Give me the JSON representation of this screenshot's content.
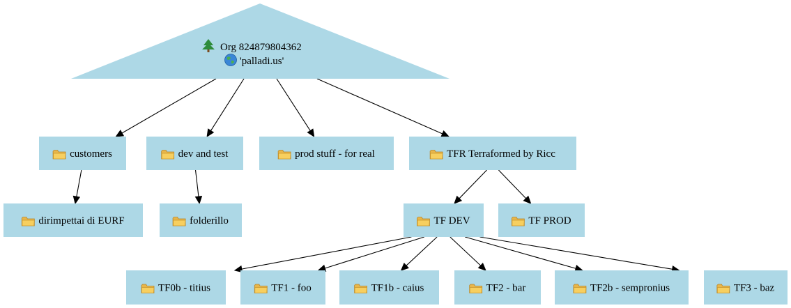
{
  "root": {
    "id": "org",
    "icon": "evergreen-tree-icon",
    "line1": "Org 824879804362",
    "line2_icon": "globe-icon",
    "line2": "'palladi.us'"
  },
  "folder_icon": "folder-icon",
  "colors": {
    "node_fill": "#add8e6",
    "edge": "#000000",
    "folder": "#f5c542"
  },
  "nodes": [
    {
      "id": "customers",
      "label": "customers"
    },
    {
      "id": "devtest",
      "label": "dev and test"
    },
    {
      "id": "prod",
      "label": "prod stuff - for real"
    },
    {
      "id": "tfr",
      "label": "TFR Terraformed by Ricc"
    },
    {
      "id": "eurf",
      "label": "dirimpettai di EURF"
    },
    {
      "id": "folderillo",
      "label": "folderillo"
    },
    {
      "id": "tfdev",
      "label": "TF DEV"
    },
    {
      "id": "tfprod",
      "label": "TF PROD"
    },
    {
      "id": "tf0b",
      "label": "TF0b - titius"
    },
    {
      "id": "tf1",
      "label": "TF1 - foo"
    },
    {
      "id": "tf1b",
      "label": "TF1b - caius"
    },
    {
      "id": "tf2",
      "label": "TF2 - bar"
    },
    {
      "id": "tf2b",
      "label": "TF2b - sempronius"
    },
    {
      "id": "tf3",
      "label": "TF3 - baz"
    }
  ],
  "edges": [
    [
      "org",
      "customers"
    ],
    [
      "org",
      "devtest"
    ],
    [
      "org",
      "prod"
    ],
    [
      "org",
      "tfr"
    ],
    [
      "customers",
      "eurf"
    ],
    [
      "devtest",
      "folderillo"
    ],
    [
      "tfr",
      "tfdev"
    ],
    [
      "tfr",
      "tfprod"
    ],
    [
      "tfdev",
      "tf0b"
    ],
    [
      "tfdev",
      "tf1"
    ],
    [
      "tfdev",
      "tf1b"
    ],
    [
      "tfdev",
      "tf2"
    ],
    [
      "tfdev",
      "tf2b"
    ],
    [
      "tfdev",
      "tf3"
    ]
  ]
}
